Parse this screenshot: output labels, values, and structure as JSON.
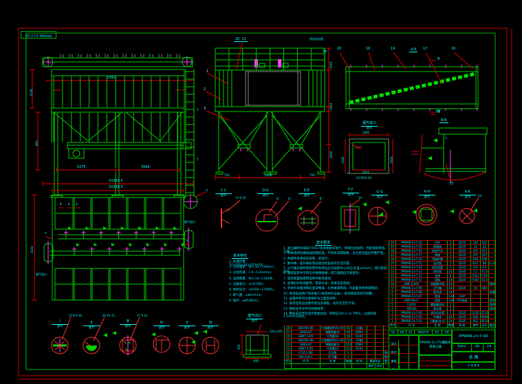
{
  "colors": {
    "line_green": "#00cf00",
    "dim_red": "#e00000",
    "text_cyan": "#00ffff",
    "magenta": "#ff40ff",
    "frame_red": "#c80000"
  },
  "corner_label": "PPW96-2×7-00",
  "front_view": {
    "mid_dim": "5962",
    "left_dim_upper": "3538",
    "left_dim_lower": "850",
    "dim_span1": "5275",
    "dim_span2": "3564",
    "dim_overall": "10326.5",
    "duct_dim_a": "3",
    "duct_dim_b": "5"
  },
  "side_view": {
    "callouts_top": "20  31",
    "top_label": "进出风总管",
    "callout_1": "1",
    "callout_2": "2",
    "callout_3": "3",
    "callout_19": "19",
    "dim_b1": "750",
    "dim_b2": "2958",
    "dim_b3": "750",
    "dim_r1": "1916",
    "dim_r2": "3164",
    "dim_r3": "2848"
  },
  "section_aa": {
    "title": "A-A",
    "c1": "20",
    "c2": "18",
    "c3": "19",
    "c4": "17",
    "c5": "16",
    "marker": "B"
  },
  "inlet_detail": {
    "title": "烟气进口",
    "sub": "放大",
    "dim_top": "2482",
    "dim_bottom": "2052",
    "dim_left": "1584",
    "dim_right": "1916",
    "note": "24-M16-2H",
    "corner": "70",
    "red_note": "4-M8"
  },
  "section_bb": {
    "title": "B-B",
    "callout_15": "15",
    "callout_18": "18",
    "mark_a": "A"
  },
  "plan_view": {
    "dim_top": "10326.5",
    "dim_left": "3164",
    "callout_7": "7",
    "inlet_right": "烟气进口",
    "inlet_left": "烟气进口",
    "mark_b": "B",
    "mark_e1": "E",
    "mark_e2": "E",
    "mark_a1": "A",
    "mark_a2": "A"
  },
  "mid_details": [
    {
      "title": "C-C",
      "sub": "放大"
    },
    {
      "title": "D-D",
      "sub": "放大"
    },
    {
      "title": "E-E",
      "sub": "放大"
    },
    {
      "title": "F-F",
      "sub": "放大"
    },
    {
      "title": "G-G",
      "sub": "放大"
    },
    {
      "title": "H-H",
      "sub": "放大"
    },
    {
      "title": "K-K",
      "sub": "放大"
    }
  ],
  "mid_callouts": [
    "13 9 10",
    "11",
    "12",
    "8",
    "14",
    "24"
  ],
  "bottom_details": [
    {
      "title": "Ⅰ",
      "sub": "放大"
    },
    {
      "title": "Ⅱ",
      "sub": "放大"
    },
    {
      "title": "Ⅲ",
      "sub": "放大"
    },
    {
      "title": "Ⅳ",
      "sub": "放大"
    },
    {
      "title": "Ⅴ",
      "sub": "放大"
    },
    {
      "title": "Ⅵ",
      "sub": "放大"
    }
  ],
  "bottom_callouts": [
    "23 8 9 10",
    "26 25 15",
    "27 9 23"
  ],
  "outlet_detail": {
    "title": "烟气出口",
    "sub": "放大",
    "dim_top": "325×325",
    "dim_left": "650",
    "dim_bottom": "408"
  },
  "tech_params": {
    "title": "技术特性",
    "lines": [
      "1. 处理风量：12×10⁴~14×10⁴m³/h；",
      "2. 过滤面积：96×14=1344m²；",
      "3. 过滤风速：1.0~1.2m/min；",
      "4. 滤袋数量：96×14=1344条；",
      "5. 设备阻力：≤1470Pa；",
      "6. 喷吹压力：≤1500~1700Pa；",
      "7. 耗气量：≤8m³/min；",
      "8. 噪声：≤85dB(A)；"
    ]
  },
  "tech_notes": {
    "title": "技术要求",
    "lines": [
      "1. 收尘器制作按JB/T5917及本图要求进行，焊缝为连续焊，焊后清除焊渣、飞溅；",
      "2. 壳体组焊后做煤油渗漏检查，不得有渗漏现象，法兰结合面应平整严密；",
      "3. 各部件涂漆前应除锈、除油污；",
      "4. 脉冲阀、提升阀安装前逐台检查动作灵活可靠；",
      "5. 分气箱与喷吹管安装时各喷孔应与短管中心对正(允差≤2mm)，接口密封良好；",
      "6. 滤袋安装时不得与尖锐物碰撞，袋口涨圈应卡紧密封；",
      "7. 电控装置按使用说明书要求调试；",
      "8. 走梯栏杆现场配焊，焊后补漆，其余见安装图；",
      "9. 壳体外表面涂铁红底漆两道、灰色磁漆两道，内表面涂防锈漆两道；",
      "10. 保温层由用户现场施工(保温材料自备)，保温厚度现场可调整；",
      "11. 运输吊装时注意保护法兰面及阀件；",
      "12. 安装后各运动部件加注润滑脂，动作灵活无卡滞；",
      "13. 随机技术文件见装箱清单；",
      "14. 整机安装完毕后作性能试验，喷吹压力0.5~0.7MPa，过滤风速2.5m/min达标；"
    ]
  },
  "bom_header": {
    "no": "序号",
    "code": "代  号",
    "name": "名  称",
    "qty": "数量",
    "mat": "材  料",
    "unit": "单件",
    "total": "总计",
    "note": "备注",
    "weight": "重量(kg)"
  },
  "bom_right": {
    "rows": [
      [
        "20",
        "PPW96-2×7-20",
        "栏杆",
        "1",
        "Q235",
        "341",
        "341",
        ""
      ],
      [
        "19",
        "PPW96-2×7-19",
        "直爬梯",
        "2",
        "Q235",
        "11",
        "22",
        ""
      ],
      [
        "18",
        "PPW96-2×7-18",
        "检修平台",
        "1",
        "Q235",
        "371",
        "371",
        ""
      ],
      [
        "17",
        "PPW96-2×7-17",
        "斜梯",
        "1",
        "Q235",
        "357",
        "357",
        ""
      ],
      [
        "16",
        "PPW96-2×7-16",
        "顶部护罩",
        "1",
        "Q235",
        "530",
        "530",
        ""
      ],
      [
        "15",
        "PPW96-2×7-15",
        "出风管",
        "2",
        "Q235",
        "44.5",
        "89",
        "L=550"
      ],
      [
        "14",
        "PPW96-2×7-14",
        "进风短管",
        "2",
        "Q235",
        "4.6",
        "9.2",
        ""
      ],
      [
        "13",
        "PPW96-2×7-13",
        "喷吹管",
        "14",
        "Q235",
        "5.1",
        "71.4",
        ""
      ],
      [
        "12",
        "PPW96-2×7-12",
        "支座",
        "8",
        "Q235",
        "0.63",
        "5.04",
        ""
      ],
      [
        "11",
        "PPW96-2×7-11",
        "弯板",
        "14",
        "Q235",
        "0.83",
        "11.6",
        ""
      ],
      [
        "10",
        "DMF-Z-62S",
        "电磁脉冲阀",
        "14",
        "",
        "",
        "",
        "购件"
      ],
      [
        "9",
        "PPW96-2×7-09",
        "分气箱",
        "14",
        "Q235",
        "26",
        "364",
        ""
      ],
      [
        "8",
        "PPW96-2×7-08",
        "提升阀",
        "14",
        "",
        "",
        "",
        "成套"
      ],
      [
        "7",
        "PPW96-2×7-07",
        "袋笼",
        "1344",
        "20#",
        "",
        "",
        ""
      ],
      [
        "6",
        "GMF-96×7",
        "滤袋",
        "1344",
        "729涤纶",
        "",
        "",
        "购件"
      ],
      [
        "5",
        "LS250",
        "螺旋输送机",
        "2",
        "",
        "",
        "",
        "购件"
      ],
      [
        "4",
        "YJD-HG",
        "卸灰阀",
        "2",
        "",
        "",
        "",
        "购件"
      ],
      [
        "3",
        "PPW96-2×7-03",
        "进出风总管",
        "1",
        "Q235",
        "2135",
        "2135",
        ""
      ],
      [
        "2",
        "PPW96-2×7-02",
        "中箱体",
        "14",
        "Q235",
        "650",
        "9100",
        ""
      ],
      [
        "1",
        "PPW96-2×7-01",
        "下箱体(灰斗)",
        "14",
        "Q235",
        "651",
        "9114",
        ""
      ]
    ]
  },
  "bom_bottom": {
    "rows": [
      [
        "28",
        "GB5781-86",
        "六角螺栓M16×50",
        "56",
        "4.8级",
        "",
        "",
        ""
      ],
      [
        "27",
        "GB93-87",
        "弹簧垫圈16",
        "56",
        "65Mn",
        "",
        "",
        ""
      ],
      [
        "26",
        "GB97.1-85",
        "平垫圈16",
        "56",
        "Q235",
        "",
        "",
        ""
      ],
      [
        "25",
        "GB5781-86",
        "六角螺栓M12×40",
        "112",
        "4.8级",
        "",
        "",
        ""
      ],
      [
        "24",
        "GB93-87",
        "弹簧垫圈12",
        "112",
        "65Mn",
        "",
        "",
        ""
      ],
      [
        "23",
        "GB97.1-85",
        "平垫圈12",
        "112",
        "Q235",
        "",
        "",
        ""
      ],
      [
        "22",
        "0.5Z-2.5M",
        "压力表",
        "2",
        "",
        "",
        "",
        "购件"
      ],
      [
        "21",
        "UW-2×8-C",
        "贮气罐",
        "2",
        "",
        "",
        "",
        "购件"
      ]
    ]
  },
  "title_block": {
    "product": "PPW96-2×7气箱脉冲袋收尘器",
    "drawing_no": "PPW96-2×7-00",
    "sheet_type": "总  图",
    "strip": [
      "标记",
      "处数",
      "分区",
      "更改文件号",
      "签名",
      "日期"
    ],
    "sig": [
      "设计",
      "校对",
      "审核",
      "工艺"
    ],
    "stage": "阶段标记",
    "weight": "重量",
    "scale": "比例",
    "sheets": "共 张 第 张"
  }
}
